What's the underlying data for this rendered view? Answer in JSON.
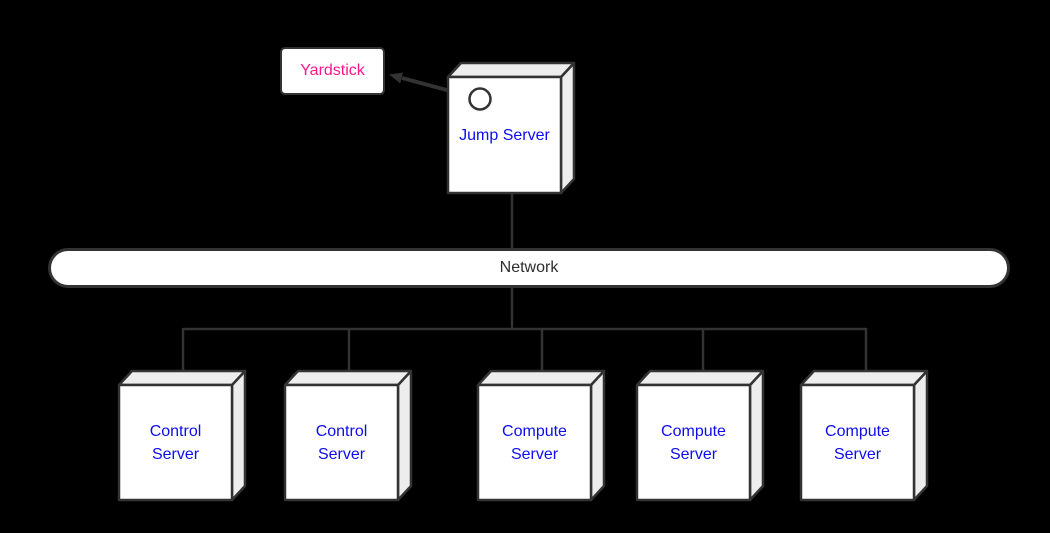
{
  "colors": {
    "background": "#000000",
    "line": "#333333",
    "node_face": "#ffffff",
    "node_side": "#ededed",
    "yardstick_text": "#ff168b",
    "server_text": "#0d0df0",
    "network_text": "#2d2d2d"
  },
  "icons": {
    "port_circle": "connection-port-circle",
    "arrowhead": "arrowhead-pointing-left"
  },
  "nodes": {
    "yardstick": {
      "label": "Yardstick"
    },
    "jump_server": {
      "label": "Jump Server"
    },
    "network": {
      "label": "Network"
    },
    "servers": [
      {
        "label": "Control Server"
      },
      {
        "label": "Control Server"
      },
      {
        "label": "Compute Server"
      },
      {
        "label": "Compute Server"
      },
      {
        "label": "Compute Server"
      }
    ]
  }
}
